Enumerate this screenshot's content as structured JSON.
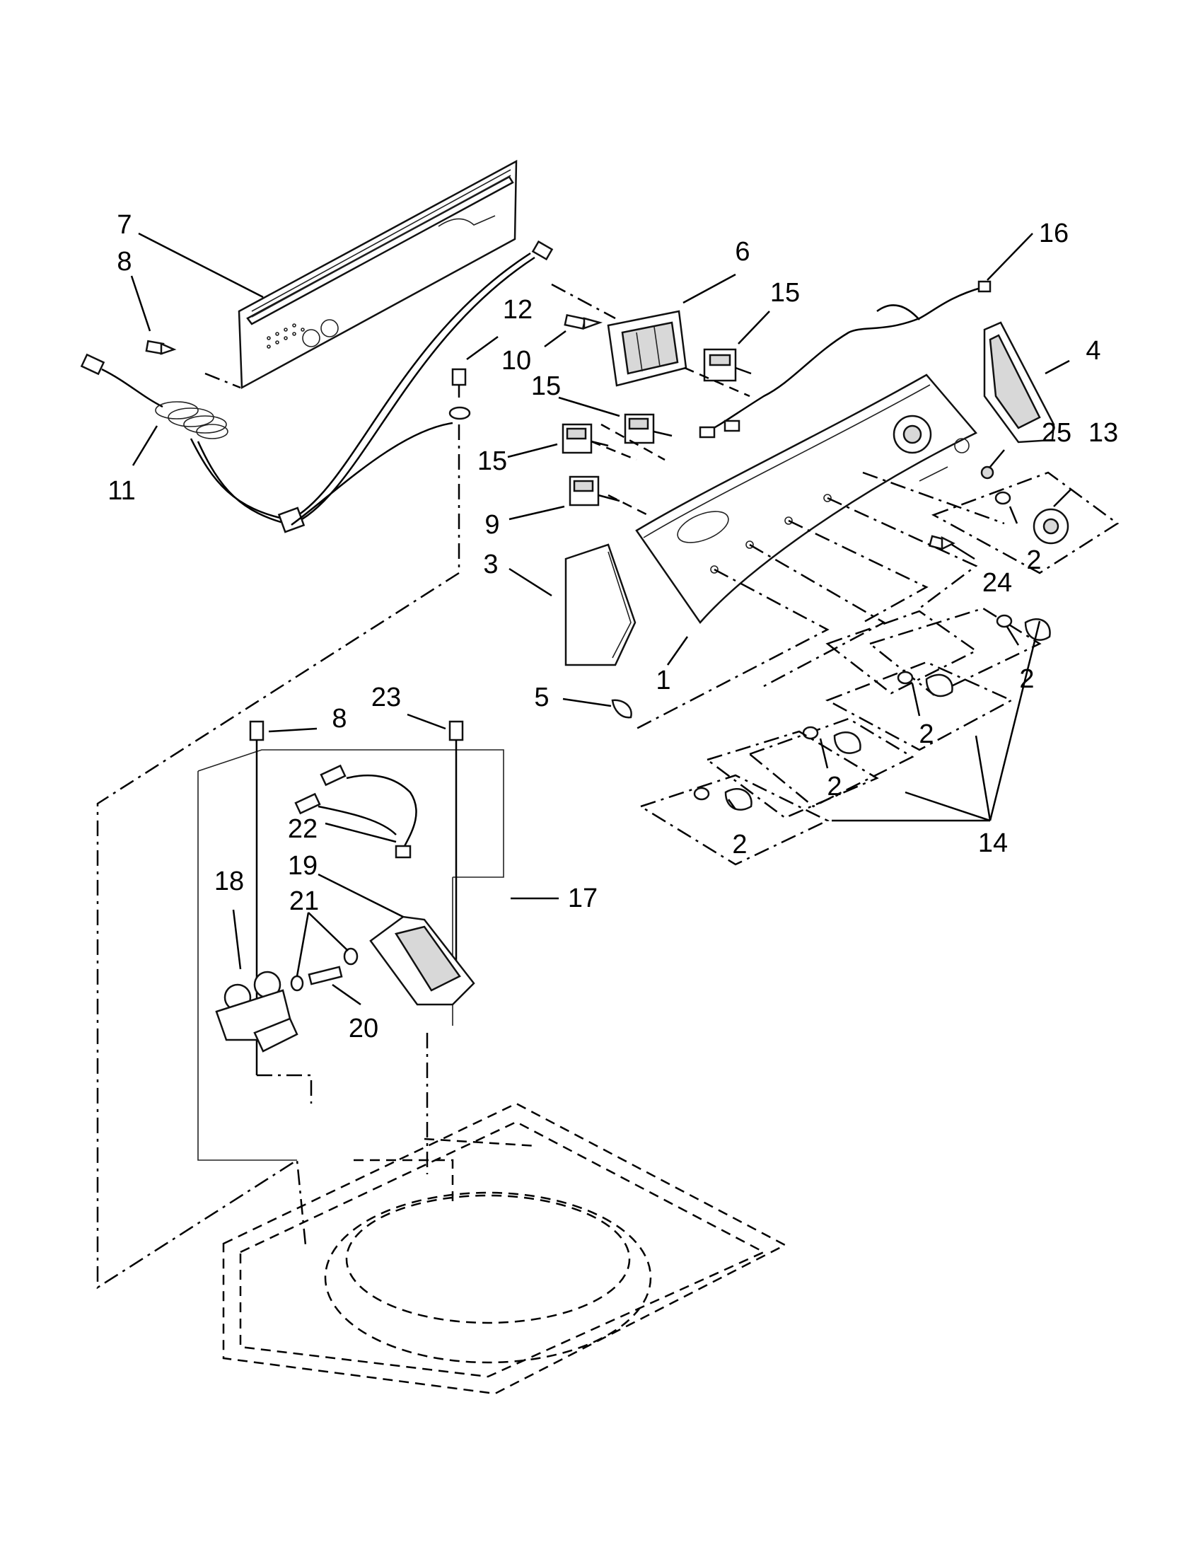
{
  "callouts": [
    {
      "id": "c7",
      "label": "7"
    },
    {
      "id": "c8a",
      "label": "8"
    },
    {
      "id": "c11",
      "label": "11"
    },
    {
      "id": "c12",
      "label": "12"
    },
    {
      "id": "c10",
      "label": "10"
    },
    {
      "id": "c6",
      "label": "6"
    },
    {
      "id": "c15a",
      "label": "15"
    },
    {
      "id": "c16",
      "label": "16"
    },
    {
      "id": "c4",
      "label": "4"
    },
    {
      "id": "c15b",
      "label": "15"
    },
    {
      "id": "c15c",
      "label": "15"
    },
    {
      "id": "c9",
      "label": "9"
    },
    {
      "id": "c3",
      "label": "3"
    },
    {
      "id": "c25",
      "label": "25"
    },
    {
      "id": "c13",
      "label": "13"
    },
    {
      "id": "c2a",
      "label": "2"
    },
    {
      "id": "c24",
      "label": "24"
    },
    {
      "id": "c1",
      "label": "1"
    },
    {
      "id": "c2b",
      "label": "2"
    },
    {
      "id": "c5",
      "label": "5"
    },
    {
      "id": "c2c",
      "label": "2"
    },
    {
      "id": "c2d",
      "label": "2"
    },
    {
      "id": "c2e",
      "label": "2"
    },
    {
      "id": "c14",
      "label": "14"
    },
    {
      "id": "c23",
      "label": "23"
    },
    {
      "id": "c8b",
      "label": "8"
    },
    {
      "id": "c22",
      "label": "22"
    },
    {
      "id": "c19",
      "label": "19"
    },
    {
      "id": "c18",
      "label": "18"
    },
    {
      "id": "c21",
      "label": "21"
    },
    {
      "id": "c17",
      "label": "17"
    },
    {
      "id": "c20",
      "label": "20"
    }
  ]
}
